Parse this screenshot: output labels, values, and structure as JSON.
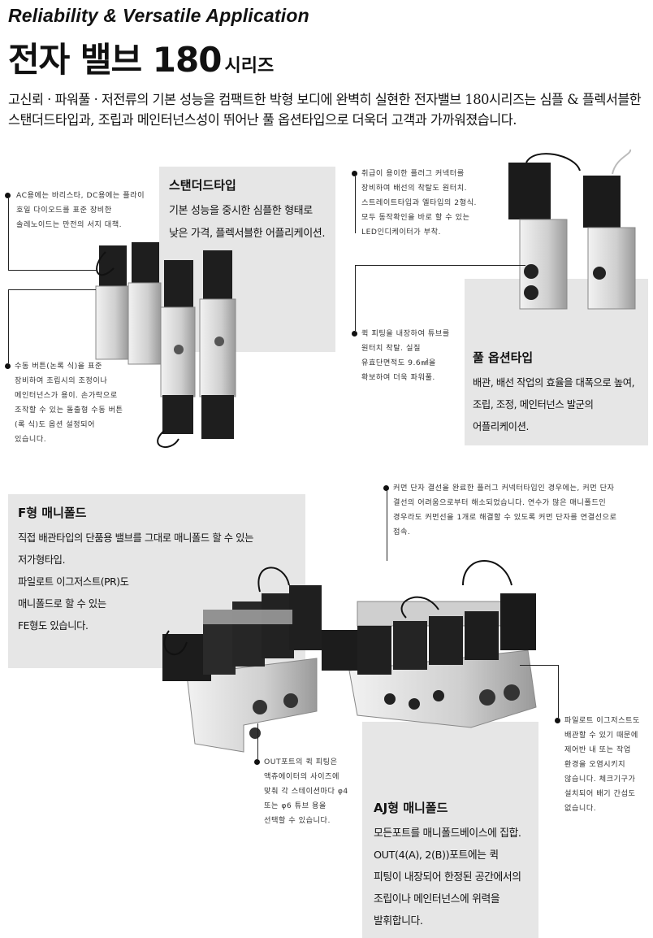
{
  "header": {
    "en_title": "Reliability & Versatile Application",
    "ko_title_main": "전자 밸브 180",
    "ko_title_sub": "시리즈",
    "intro": "고신뢰 · 파워풀 · 저전류의 기본 성능을 컴팩트한 박형 보디에 완벽히 실현한 전자밸브 180시리즈는 심플 & 플렉서블한 스탠더드타입과, 조립과 메인터넌스성이 뛰어난 풀 옵션타입으로 더욱더 고객과 가까워졌습니다."
  },
  "standard": {
    "title": "스탠더드타입",
    "body": "기본 성능을 중시한 심플한 형태로 낮은 가격, 플렉서블한 어플리케이션."
  },
  "full_option": {
    "title": "풀 옵션타입",
    "body": "배관, 배선 작업의 효율을 대폭으로 높여, 조립, 조정, 메인터넌스 발군의 어플리케이션."
  },
  "f_manifold": {
    "title": "F형 매니폴드",
    "lines": [
      "직접 배관타입의 단품용 밸브를 그대로 매니폴드 할 수 있는",
      "저가형타입.",
      "파일로트 이그저스트(PR)도",
      "매니폴드로 할 수 있는",
      "FE형도 있습니다."
    ]
  },
  "aj_manifold": {
    "title": "AJ형 매니폴드",
    "body": "모든포트를 매니폴드베이스에 집합. OUT(4(A), 2(B))포트에는 퀵 피팅이 내장되어 한정된 공간에서의 조립이나 메인터넌스에 위력을 발휘합니다."
  },
  "notes": {
    "ac_dc": "AC용에는 바리스타, DC용에는 플라이 호일 다이오드를 표준 장비한 솔레노이드는 만전의 서지 대책.",
    "plug_connector": "취급이 용이한 플러그 커넥터를 장비하여 배선의 착탈도 원터치. 스트레이트타입과 엘타입의 2형식. 모두 동작확인을 바로 할 수 있는 LED인디케이터가 부착.",
    "quick_fitting": "퀵 피팅을 내장하여 튜브를 원터치 착탈. 실질 유효단면적도 9.6㎟을 확보하여 더욱 파워풀.",
    "manual_button": "수동 버튼(논록 식)을 표준 장비하여 조립시의 조정이나 메인터넌스가 용이. 손가락으로 조작할 수 있는 돌출형 수동 버튼(록 식)도 옵션 설정되어 있습니다.",
    "common_terminal": "커먼 단자 결선을 완료한 플러그 커넥터타입인 경우에는, 커먼 단자 결선의 어려움으로부터 해소되었습니다. 연수가 많은 매니폴드인 경우라도 커먼선을 1개로 해결할 수 있도록 커먼 단자를 연결선으로 접속.",
    "out_port": "OUT포트의 퀵 피팅은 액츄에이터의 사이즈에 맞춰 각 스테이션마다 φ4 또는 φ6 튜브 용을 선택할 수 있습니다.",
    "pilot_exhaust": "파일로트 이그저스트도 배관할 수 있기 때문에 제어반 내 또는 작업 환경을 오염시키지 않습니다. 체크기구가 설치되어 배기 간섭도 없습니다."
  },
  "colors": {
    "box_bg": "#e6e6e6",
    "text": "#1a1a1a",
    "valve_black": "#1b1b1b",
    "valve_silver": "#c9c9c9"
  }
}
